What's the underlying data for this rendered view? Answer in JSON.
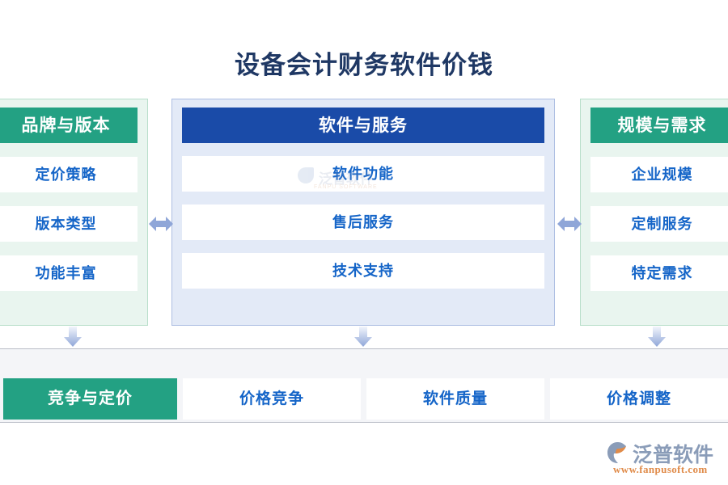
{
  "title": "设备会计财务软件价钱",
  "colors": {
    "title_text": "#1f3864",
    "green_header": "#23a183",
    "blue_header": "#1a4ba8",
    "item_text": "#1565c8",
    "green_panel_bg": "#e9f5ef",
    "blue_panel_bg": "#e3eaf7",
    "bottom_band_bg": "#f4f5f8",
    "arrow": "#8fa6d8",
    "logo_text": "#8a9cb8",
    "logo_url": "#e08b49"
  },
  "columns": [
    {
      "id": "brand-version",
      "theme": "green",
      "header": "品牌与版本",
      "items": [
        "定价策略",
        "版本类型",
        "功能丰富"
      ]
    },
    {
      "id": "software-service",
      "theme": "blue",
      "header": "软件与服务",
      "items": [
        "软件功能",
        "售后服务",
        "技术支持"
      ]
    },
    {
      "id": "scale-demand",
      "theme": "green",
      "header": "规模与需求",
      "items": [
        "企业规模",
        "定制服务",
        "特定需求"
      ]
    }
  ],
  "bottom": {
    "header": "竞争与定价",
    "items": [
      "价格竞争",
      "软件质量",
      "价格调整"
    ]
  },
  "connectors": {
    "horizontal_arrow": "double-arrow-horizontal",
    "down_arrow": "arrow-down"
  },
  "watermark": {
    "name": "泛普软件",
    "sub": "FANPU SOFTWARE"
  },
  "logo": {
    "name": "泛普软件",
    "url": "www.fanpusoft.com"
  }
}
